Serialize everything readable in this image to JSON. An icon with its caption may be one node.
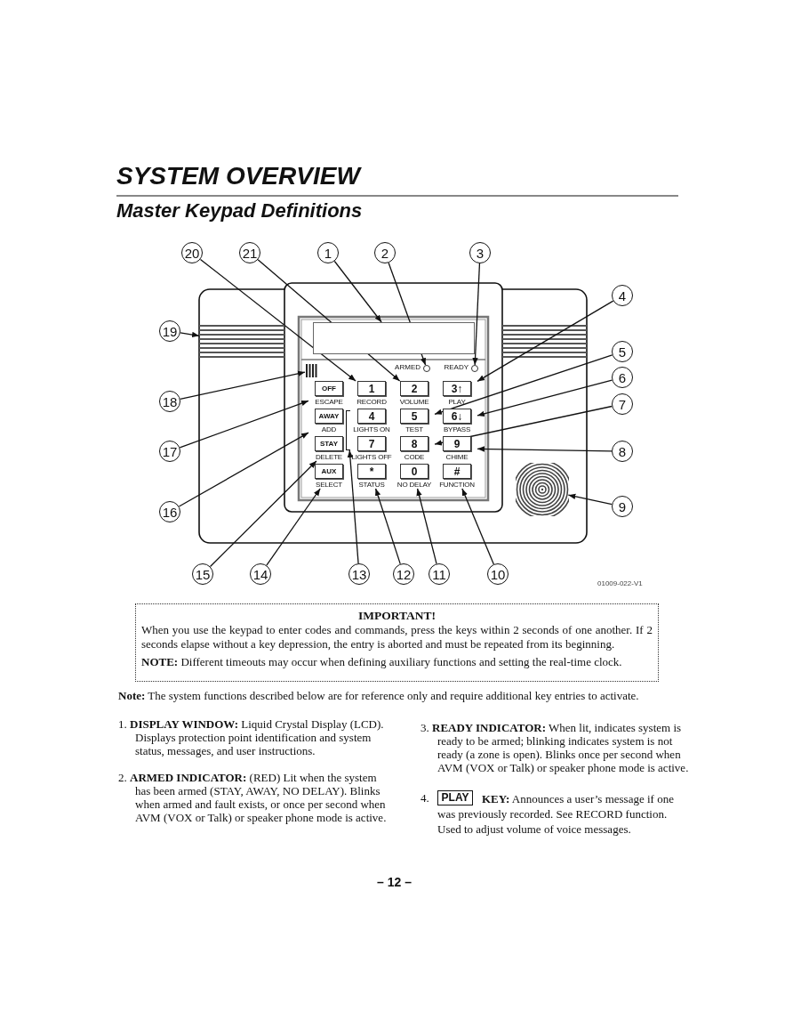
{
  "diagram": {
    "title": "SYSTEM OVERVIEW",
    "nodes": [
      {
        "text": [
          "1"
        ]
      },
      {
        "text": [
          "2"
        ]
      },
      {
        "text": [
          "3"
        ]
      },
      {
        "text": [
          "4"
        ]
      },
      {
        "text": [
          "5"
        ]
      },
      {
        "text": [
          "6"
        ]
      },
      {
        "text": [
          "7"
        ]
      },
      {
        "text": [
          "8"
        ]
      },
      {
        "text": [
          "9"
        ]
      },
      {
        "text": [
          "10"
        ]
      },
      {
        "text": [
          "11"
        ]
      },
      {
        "text": [
          "12"
        ]
      },
      {
        "text": [
          "13"
        ]
      },
      {
        "text": [
          "14"
        ]
      },
      {
        "text": [
          "15"
        ]
      },
      {
        "text": [
          "16"
        ]
      },
      {
        "text": [
          "17"
        ]
      },
      {
        "text": [
          "18"
        ]
      },
      {
        "text": [
          "19"
        ]
      },
      {
        "text": [
          "20"
        ]
      },
      {
        "text": [
          "21"
        ]
      },
      {
        "text": [],
        "shape": "grille"
      },
      {
        "text": [],
        "shape": "box"
      },
      {
        "text": [],
        "shape": "circle",
        "beside": [
          "ARMED"
        ]
      },
      {
        "text": [],
        "shape": "circle",
        "beside": [
          "READY"
        ]
      },
      {
        "text": [],
        "shape": "bars"
      },
      {
        "text": [
          "OFF",
          "ESCAPE"
        ]
      },
      {
        "text": [
          "AWAY",
          "ADD"
        ]
      },
      {
        "text": [
          "STAY",
          "DELETE"
        ]
      },
      {
        "text": [
          "AUX",
          "SELECT"
        ]
      },
      {
        "text": [
          "1",
          "RECORD"
        ]
      },
      {
        "text": [
          "2",
          "VOLUME"
        ]
      },
      {
        "text": [
          "3↑",
          "PLAY"
        ]
      },
      {
        "text": [
          "4",
          "LIGHTS ON"
        ]
      },
      {
        "text": [
          "5",
          "TEST"
        ]
      },
      {
        "text": [
          "6↓",
          "BYPASS"
        ]
      },
      {
        "text": [
          "7",
          "LIGHTS OFF"
        ]
      },
      {
        "text": [
          "8",
          "CODE"
        ]
      },
      {
        "text": [
          "9",
          "CHIME"
        ]
      },
      {
        "text": [
          "*",
          "STATUS"
        ]
      },
      {
        "text": [
          "0",
          "NO DELAY"
        ]
      },
      {
        "text": [
          "#",
          "FUNCTION"
        ]
      },
      {
        "text": [],
        "shape": "bracket"
      },
      {
        "text": [],
        "shape": "speaker"
      },
      {
        "text": [
          "IMPORTANT!",
          "When you use the keypad to enter codes and commands, press the keys within 2 seconds of one another. If 2 seconds elapse without a key depression, the entry is aborted and must be repeated from its beginning.",
          "**NOTE:** Different timeouts may occur when defining auxiliary functions and setting the real-time clock."
        ]
      },
      {
        "text": [
          "PLAY"
        ]
      }
    ],
    "edges": [
      {
        "from": 0,
        "to": 22,
        "arrow": "to"
      },
      {
        "from": 1,
        "to": 23,
        "arrow": "to"
      },
      {
        "from": 2,
        "to": 24,
        "arrow": "to"
      },
      {
        "from": 3,
        "to": 32,
        "arrow": "to"
      },
      {
        "from": 4,
        "to": 34,
        "arrow": "to"
      },
      {
        "from": 5,
        "to": 35,
        "arrow": "to"
      },
      {
        "from": 6,
        "to": 37,
        "arrow": "to"
      },
      {
        "from": 7,
        "to": 38,
        "arrow": "to"
      },
      {
        "from": 8,
        "to": 43,
        "arrow": "to"
      },
      {
        "from": 9,
        "to": 41,
        "arrow": "to"
      },
      {
        "from": 10,
        "to": 40,
        "arrow": "to"
      },
      {
        "from": 11,
        "to": 39,
        "arrow": "to"
      },
      {
        "from": 12,
        "to": 42,
        "arrow": "to"
      },
      {
        "from": 13,
        "to": 29,
        "arrow": "to"
      },
      {
        "from": 14,
        "to": 28,
        "arrow": "to"
      },
      {
        "from": 15,
        "to": 27,
        "arrow": "to"
      },
      {
        "from": 16,
        "to": 26,
        "arrow": "to"
      },
      {
        "from": 17,
        "to": 25,
        "arrow": "to"
      },
      {
        "from": 18,
        "to": 21,
        "arrow": "to"
      },
      {
        "from": 19,
        "to": 30,
        "arrow": "to"
      },
      {
        "from": 20,
        "to": 31,
        "arrow": "to"
      }
    ],
    "labels": [
      "Master Keypad Definitions",
      "01009-022-V1",
      "**Note:** The system functions described below are for reference only and require additional key entries to activate.",
      "1. **DISPLAY WINDOW:** Liquid Crystal Display (LCD). Displays protection point identification and system status, messages, and user instructions.",
      "2. **ARMED INDICATOR:** (RED) Lit when the system has been armed (STAY, AWAY, NO DELAY). Blinks when armed and fault exists, or once per second when AVM (VOX or Talk) or speaker phone mode is active.",
      "3. **READY INDICATOR:** When lit, indicates system is ready to be armed; blinking indicates system is not ready (a zone is open). Blinks once per second when AVM (VOX or Talk) or speaker phone mode is active.",
      "4.",
      "**KEY:** Announces a user’s message if one was previously recorded. See RECORD function. Used to adjust volume of voice messages.",
      "– 12 –"
    ]
  }
}
